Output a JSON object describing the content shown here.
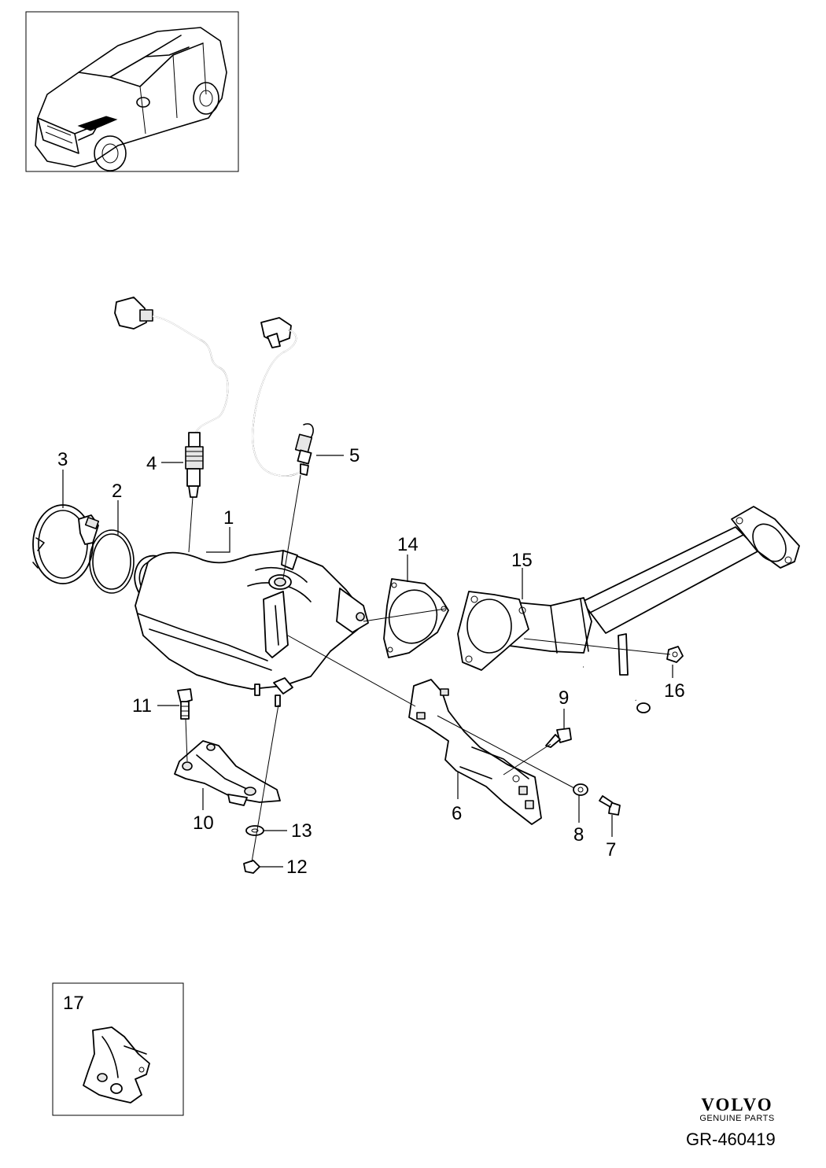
{
  "callouts": [
    "1",
    "2",
    "3",
    "4",
    "5",
    "6",
    "7",
    "8",
    "9",
    "10",
    "11",
    "12",
    "13",
    "14",
    "15",
    "16",
    "17"
  ],
  "inset_label": "17",
  "brand": {
    "name": "VOLVO",
    "subtitle": "GENUINE PARTS"
  },
  "reference": "GR-460419"
}
